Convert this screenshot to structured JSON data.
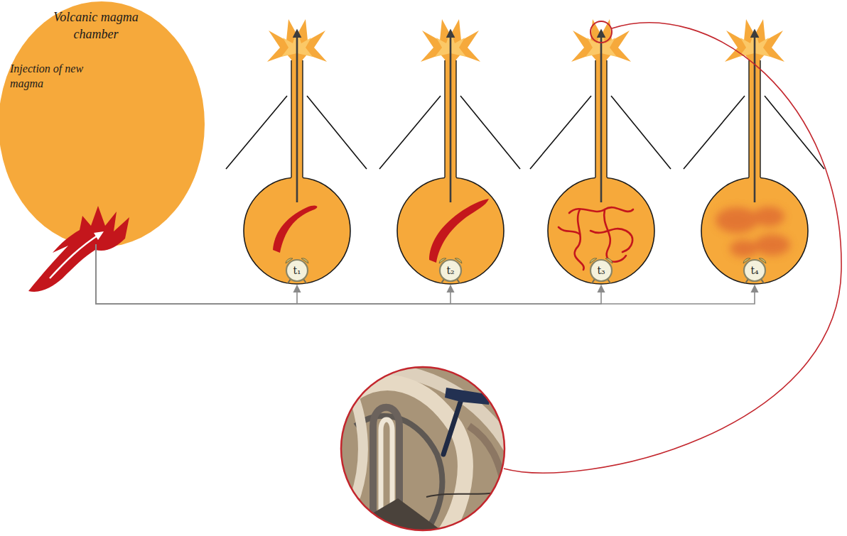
{
  "diagram": {
    "nodes": [
      {
        "text": [
          "Volcanic magma chamber",
          "Injection of new magma"
        ]
      },
      {
        "text": [
          "t₁"
        ]
      },
      {
        "text": [
          "t₂"
        ]
      },
      {
        "text": [
          "t₃"
        ]
      },
      {
        "text": [
          "t₄"
        ]
      }
    ],
    "edges": [
      {
        "from": 0,
        "to": 1,
        "arrow": "to"
      },
      {
        "from": 0,
        "to": 2,
        "arrow": "to"
      },
      {
        "from": 0,
        "to": 3,
        "arrow": "to"
      },
      {
        "from": 0,
        "to": 4,
        "arrow": "to"
      }
    ]
  }
}
